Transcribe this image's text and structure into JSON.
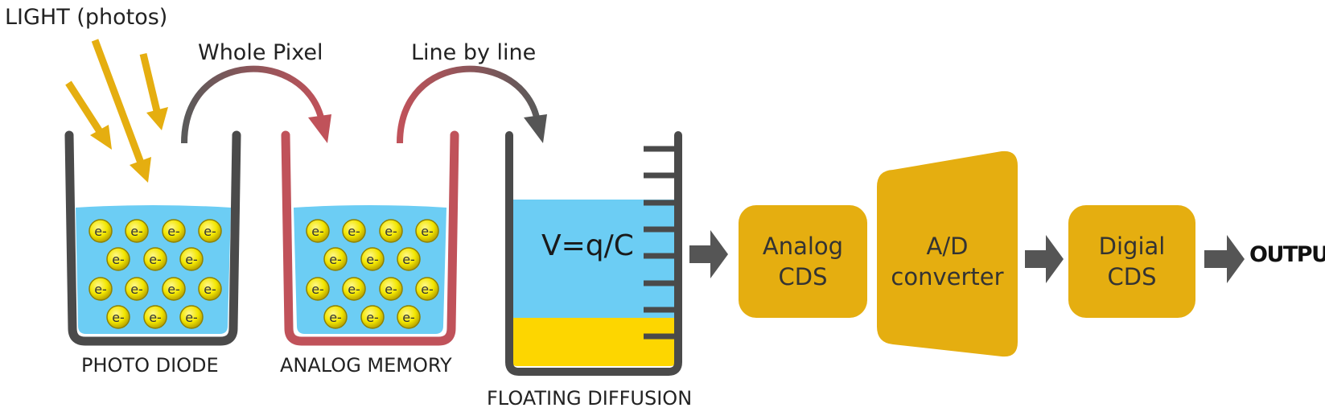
{
  "labels": {
    "light": "LIGHT (photos)",
    "whole_pixel": "Whole Pixel",
    "line_by_line": "Line by line",
    "photo_diode": "PHOTO DIODE",
    "analog_memory": "ANALOG MEMORY",
    "floating_diffusion": "FLOATING DIFFUSION",
    "equation": "V=q/C",
    "electron": "e-",
    "output": "OUTPUT"
  },
  "boxes": {
    "analog_cds": {
      "line1": "Analog",
      "line2": "CDS"
    },
    "adc": {
      "line1": "A/D",
      "line2": "converter"
    },
    "digital_cds": {
      "line1": "Digial",
      "line2": "CDS"
    }
  },
  "colors": {
    "water": "#6ccdf4",
    "electron": "#f2e600",
    "gold": "#e5ae10",
    "yellow_fill": "#fdd600",
    "light_arrow": "#e5ae10",
    "cup_grey": "#4a4a4a",
    "cup_red": "#c0525a",
    "flow_arrow": "#555555"
  }
}
